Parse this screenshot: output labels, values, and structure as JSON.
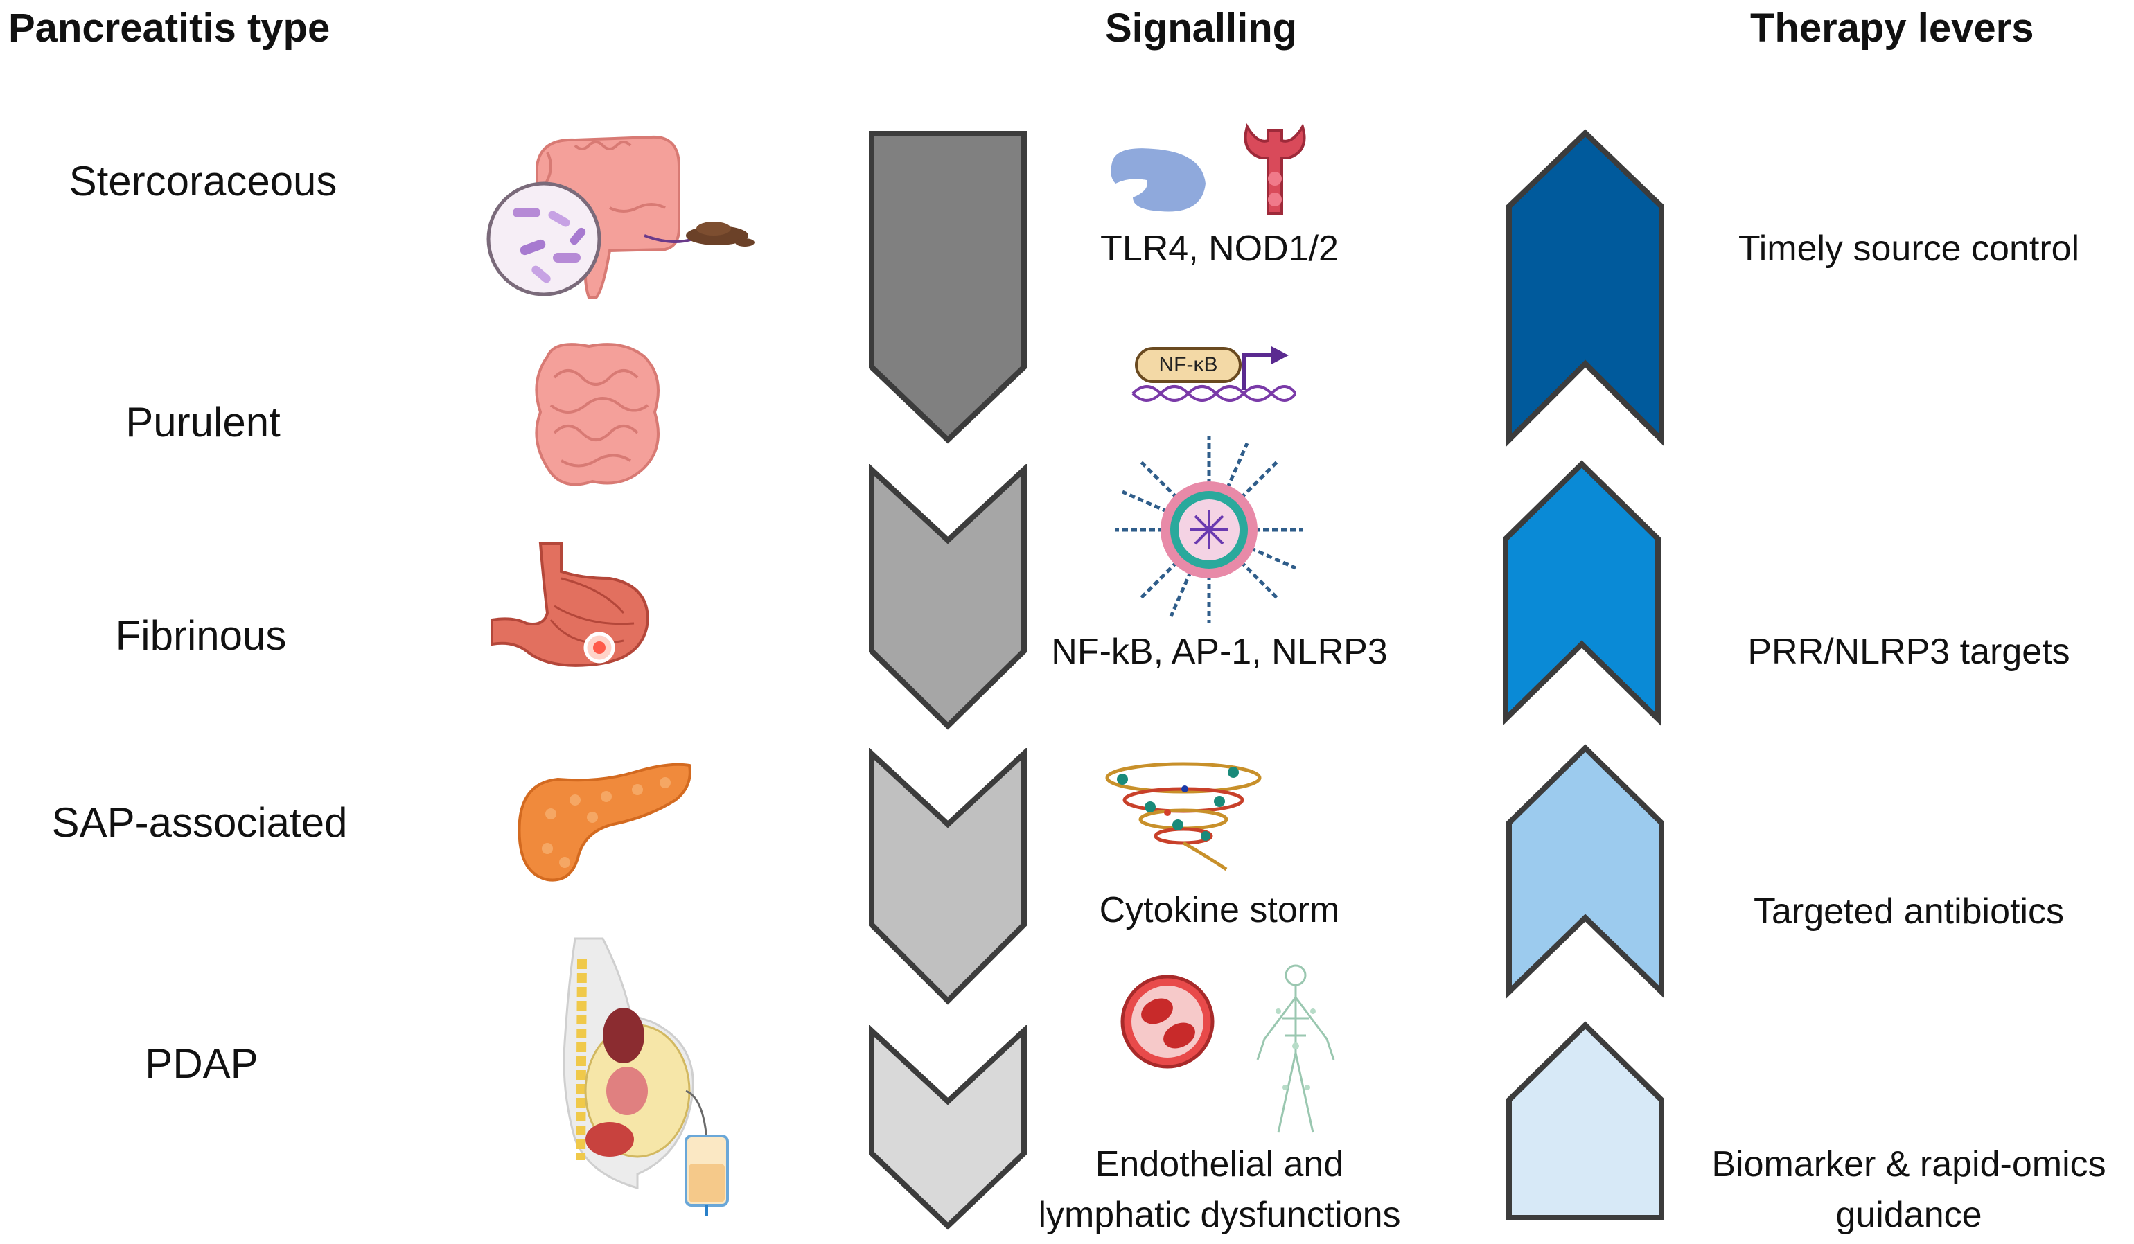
{
  "headers": {
    "type": "Pancreatitis type",
    "signalling": "Signalling",
    "therapy": "Therapy levers"
  },
  "types": [
    {
      "label": "Stercoraceous",
      "icon": "colon-with-bacteria-icon"
    },
    {
      "label": "Purulent",
      "icon": "small-intestine-icon"
    },
    {
      "label": "Fibrinous",
      "icon": "stomach-icon"
    },
    {
      "label": "SAP-associated",
      "icon": "pancreas-icon"
    },
    {
      "label": "PDAP",
      "icon": "peritoneal-drainage-icon"
    }
  ],
  "signalling": [
    {
      "label": "TLR4, NOD1/2"
    },
    {
      "label": "NF-kB, AP-1, NLRP3"
    },
    {
      "label": "Cytokine storm"
    },
    {
      "line1": "Endothelial and",
      "line2": "lymphatic dysfunctions"
    }
  ],
  "signal_icons": {
    "nfkb_label": "NF-κB"
  },
  "signal_arrow_colors": [
    "#808080",
    "#a6a6a6",
    "#c0c0c0",
    "#d9d9d9"
  ],
  "therapy": [
    {
      "label": "Timely source control",
      "color": "#005a9c"
    },
    {
      "label": "PRR/NLRP3 targets",
      "color": "#0a8ad6"
    },
    {
      "label": "Targeted antibiotics",
      "color": "#9ccbee"
    },
    {
      "line1": "Biomarker & rapid-omics",
      "line2": "guidance",
      "color": "#d7e9f7"
    }
  ],
  "outline_color": "#3c3c3c"
}
